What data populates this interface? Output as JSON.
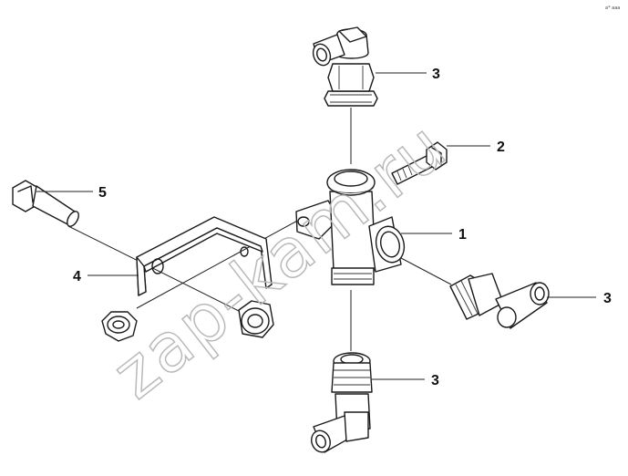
{
  "watermark": "zap-kam.ru",
  "corner_mark": "a* aaa",
  "callouts": [
    {
      "id": "c3-top",
      "label": "3"
    },
    {
      "id": "c2",
      "label": "2"
    },
    {
      "id": "c5",
      "label": "5"
    },
    {
      "id": "c1",
      "label": "1"
    },
    {
      "id": "c4",
      "label": "4"
    },
    {
      "id": "c3-right",
      "label": "3"
    },
    {
      "id": "c3-bottom",
      "label": "3"
    }
  ]
}
